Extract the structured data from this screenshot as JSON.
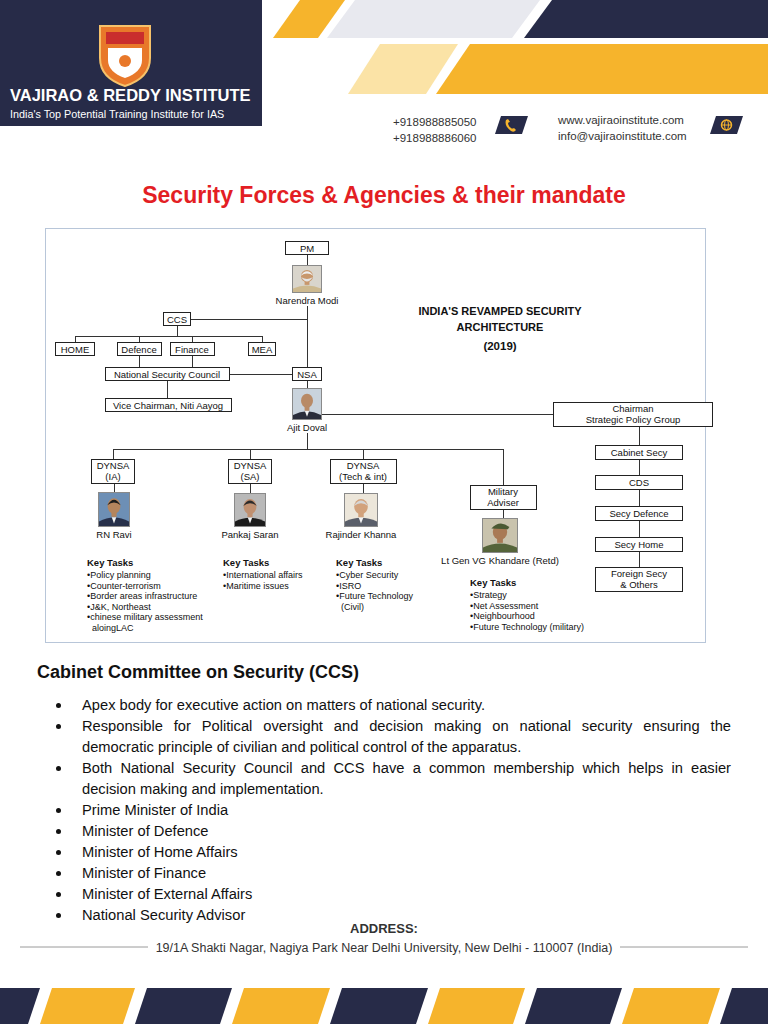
{
  "diagram": {
    "title": "Security Forces & Agencies & their mandate",
    "nodes": [
      {
        "text": [
          "PM"
        ]
      },
      {
        "text": [
          "Narendra Modi"
        ]
      },
      {
        "text": [
          "CCS"
        ]
      },
      {
        "text": [
          "HOME"
        ]
      },
      {
        "text": [
          "Defence"
        ]
      },
      {
        "text": [
          "Finance"
        ]
      },
      {
        "text": [
          "MEA"
        ]
      },
      {
        "text": [
          "NSA"
        ]
      },
      {
        "text": [
          "National Security Council"
        ]
      },
      {
        "text": [
          "Vice Chairman, Niti Aayog"
        ]
      },
      {
        "text": [
          "Ajit Doval"
        ]
      },
      {
        "text": [
          "Chairman",
          "Strategic Policy Group"
        ]
      },
      {
        "text": [
          "DYNSA (IA)"
        ]
      },
      {
        "text": [
          "DYNSA (SA)"
        ]
      },
      {
        "text": [
          "DYNSA (Tech & int)"
        ]
      },
      {
        "text": [
          "Military Adviser"
        ]
      },
      {
        "text": [
          "Cabinet Secy"
        ]
      },
      {
        "text": [
          "RN Ravi"
        ]
      },
      {
        "text": [
          "Pankaj Saran"
        ]
      },
      {
        "text": [
          "Rajinder Khanna"
        ]
      },
      {
        "text": [
          "CDS"
        ]
      },
      {
        "text": [
          "Lt Gen VG Khandare (Retd)"
        ]
      },
      {
        "text": [
          "Secy Defence"
        ]
      },
      {
        "text": [
          "Secy Home"
        ]
      },
      {
        "text": [
          "Foreign Secy & Others"
        ]
      }
    ],
    "edges": [
      {
        "from": 0,
        "to": 1,
        "arrow": "none"
      },
      {
        "from": 1,
        "to": 7,
        "arrow": "none"
      },
      {
        "from": 1,
        "to": 2,
        "arrow": "none"
      },
      {
        "from": 2,
        "to": 3,
        "arrow": "none"
      },
      {
        "from": 2,
        "to": 4,
        "arrow": "none"
      },
      {
        "from": 2,
        "to": 5,
        "arrow": "none"
      },
      {
        "from": 2,
        "to": 6,
        "arrow": "none"
      },
      {
        "from": 4,
        "to": 8,
        "arrow": "none"
      },
      {
        "from": 5,
        "to": 8,
        "arrow": "none"
      },
      {
        "from": 8,
        "to": 7,
        "arrow": "none"
      },
      {
        "from": 8,
        "to": 9,
        "arrow": "none"
      },
      {
        "from": 7,
        "to": 10,
        "arrow": "none"
      },
      {
        "from": 10,
        "to": 11,
        "arrow": "none"
      },
      {
        "from": 10,
        "to": 12,
        "arrow": "none"
      },
      {
        "from": 10,
        "to": 13,
        "arrow": "none"
      },
      {
        "from": 10,
        "to": 14,
        "arrow": "none"
      },
      {
        "from": 10,
        "to": 15,
        "arrow": "none"
      },
      {
        "from": 12,
        "to": 17,
        "arrow": "none"
      },
      {
        "from": 13,
        "to": 18,
        "arrow": "none"
      },
      {
        "from": 14,
        "to": 19,
        "arrow": "none"
      },
      {
        "from": 15,
        "to": 21,
        "arrow": "none"
      },
      {
        "from": 11,
        "to": 16,
        "arrow": "none"
      },
      {
        "from": 16,
        "to": 20,
        "arrow": "none"
      },
      {
        "from": 20,
        "to": 22,
        "arrow": "none"
      },
      {
        "from": 22,
        "to": 23,
        "arrow": "none"
      },
      {
        "from": 23,
        "to": 24,
        "arrow": "none"
      }
    ],
    "labels": [
      "VAJIRAO & REDDY INSTITUTE",
      "India's Top Potential Training Institute for IAS",
      "+918988885050",
      "+918988886060",
      "www.vajiraoinstitute.com",
      "info@vajiraoinstitute.com",
      "INDIA'S REVAMPED SECURITY ARCHITECTURE",
      "(2019)",
      "Key Tasks",
      "•Policy planning",
      "•Counter-terrorism",
      "•Border areas infrastructure",
      "•J&K, Northeast",
      "•chinese military assessment aloingLAC",
      "Key Tasks",
      "•International affairs",
      "•Maritime issues",
      "Key Tasks",
      "•Cyber Security",
      "•ISRO",
      "•Future Technology (Civil)",
      "Key Tasks",
      "•Strategy",
      "•Net Assessment",
      "•Neighbourhood",
      "•Future Technology (military)",
      "Cabinet Committee on Security (CCS)",
      "Apex body for executive action on matters of national security.",
      "Responsible for Political oversight and decision making on national security ensuring the democratic principle of civilian and political control of the apparatus.",
      "Both National Security Council and CCS have a common membership which helps in easier decision making and implementation.",
      "Prime Minister of India",
      "Minister of Defence",
      "Minister of Home Affairs",
      "Minister of Finance",
      "Minister of External Affairs",
      "National Security Advisor",
      "ADDRESS:",
      "19/1A Shakti Nagar, Nagiya Park Near Delhi University, New Delhi - 110007 (India)"
    ]
  }
}
